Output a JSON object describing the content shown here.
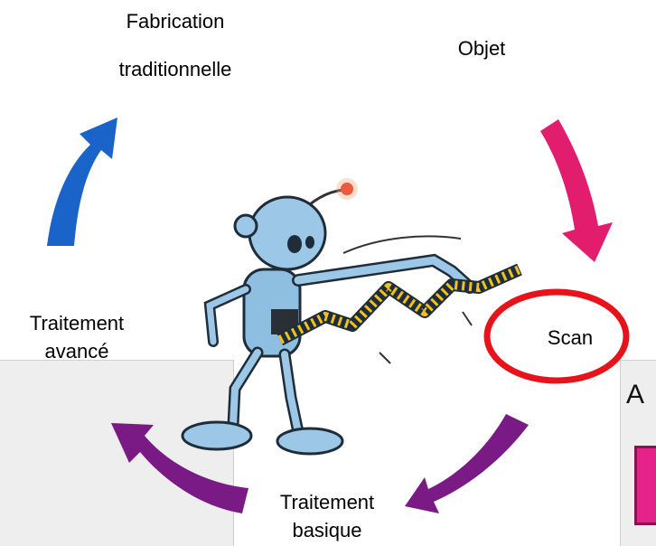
{
  "labels": {
    "fabrication_line1": "Fabrication",
    "fabrication_line2": "traditionnelle",
    "objet": "Objet",
    "scan": "Scan",
    "traitement_avance_line1": "Traitement",
    "traitement_avance_line2": "avancé",
    "traitement_basique_line1": "Traitement",
    "traitement_basique_line2": "basique"
  },
  "overlay": {
    "right_panel_letter": "A"
  },
  "colors": {
    "arrow_blue": "#1a63c8",
    "arrow_pink": "#e21d6d",
    "arrow_purple": "#7a1a85",
    "highlight_red": "#e8121a",
    "robot_body": "#9cc7e6",
    "tape_yellow": "#f2c21b",
    "pink_box": "#e4228a"
  },
  "icons": {
    "robot": "robot-measuring-icon",
    "tape": "measuring-tape-icon"
  }
}
